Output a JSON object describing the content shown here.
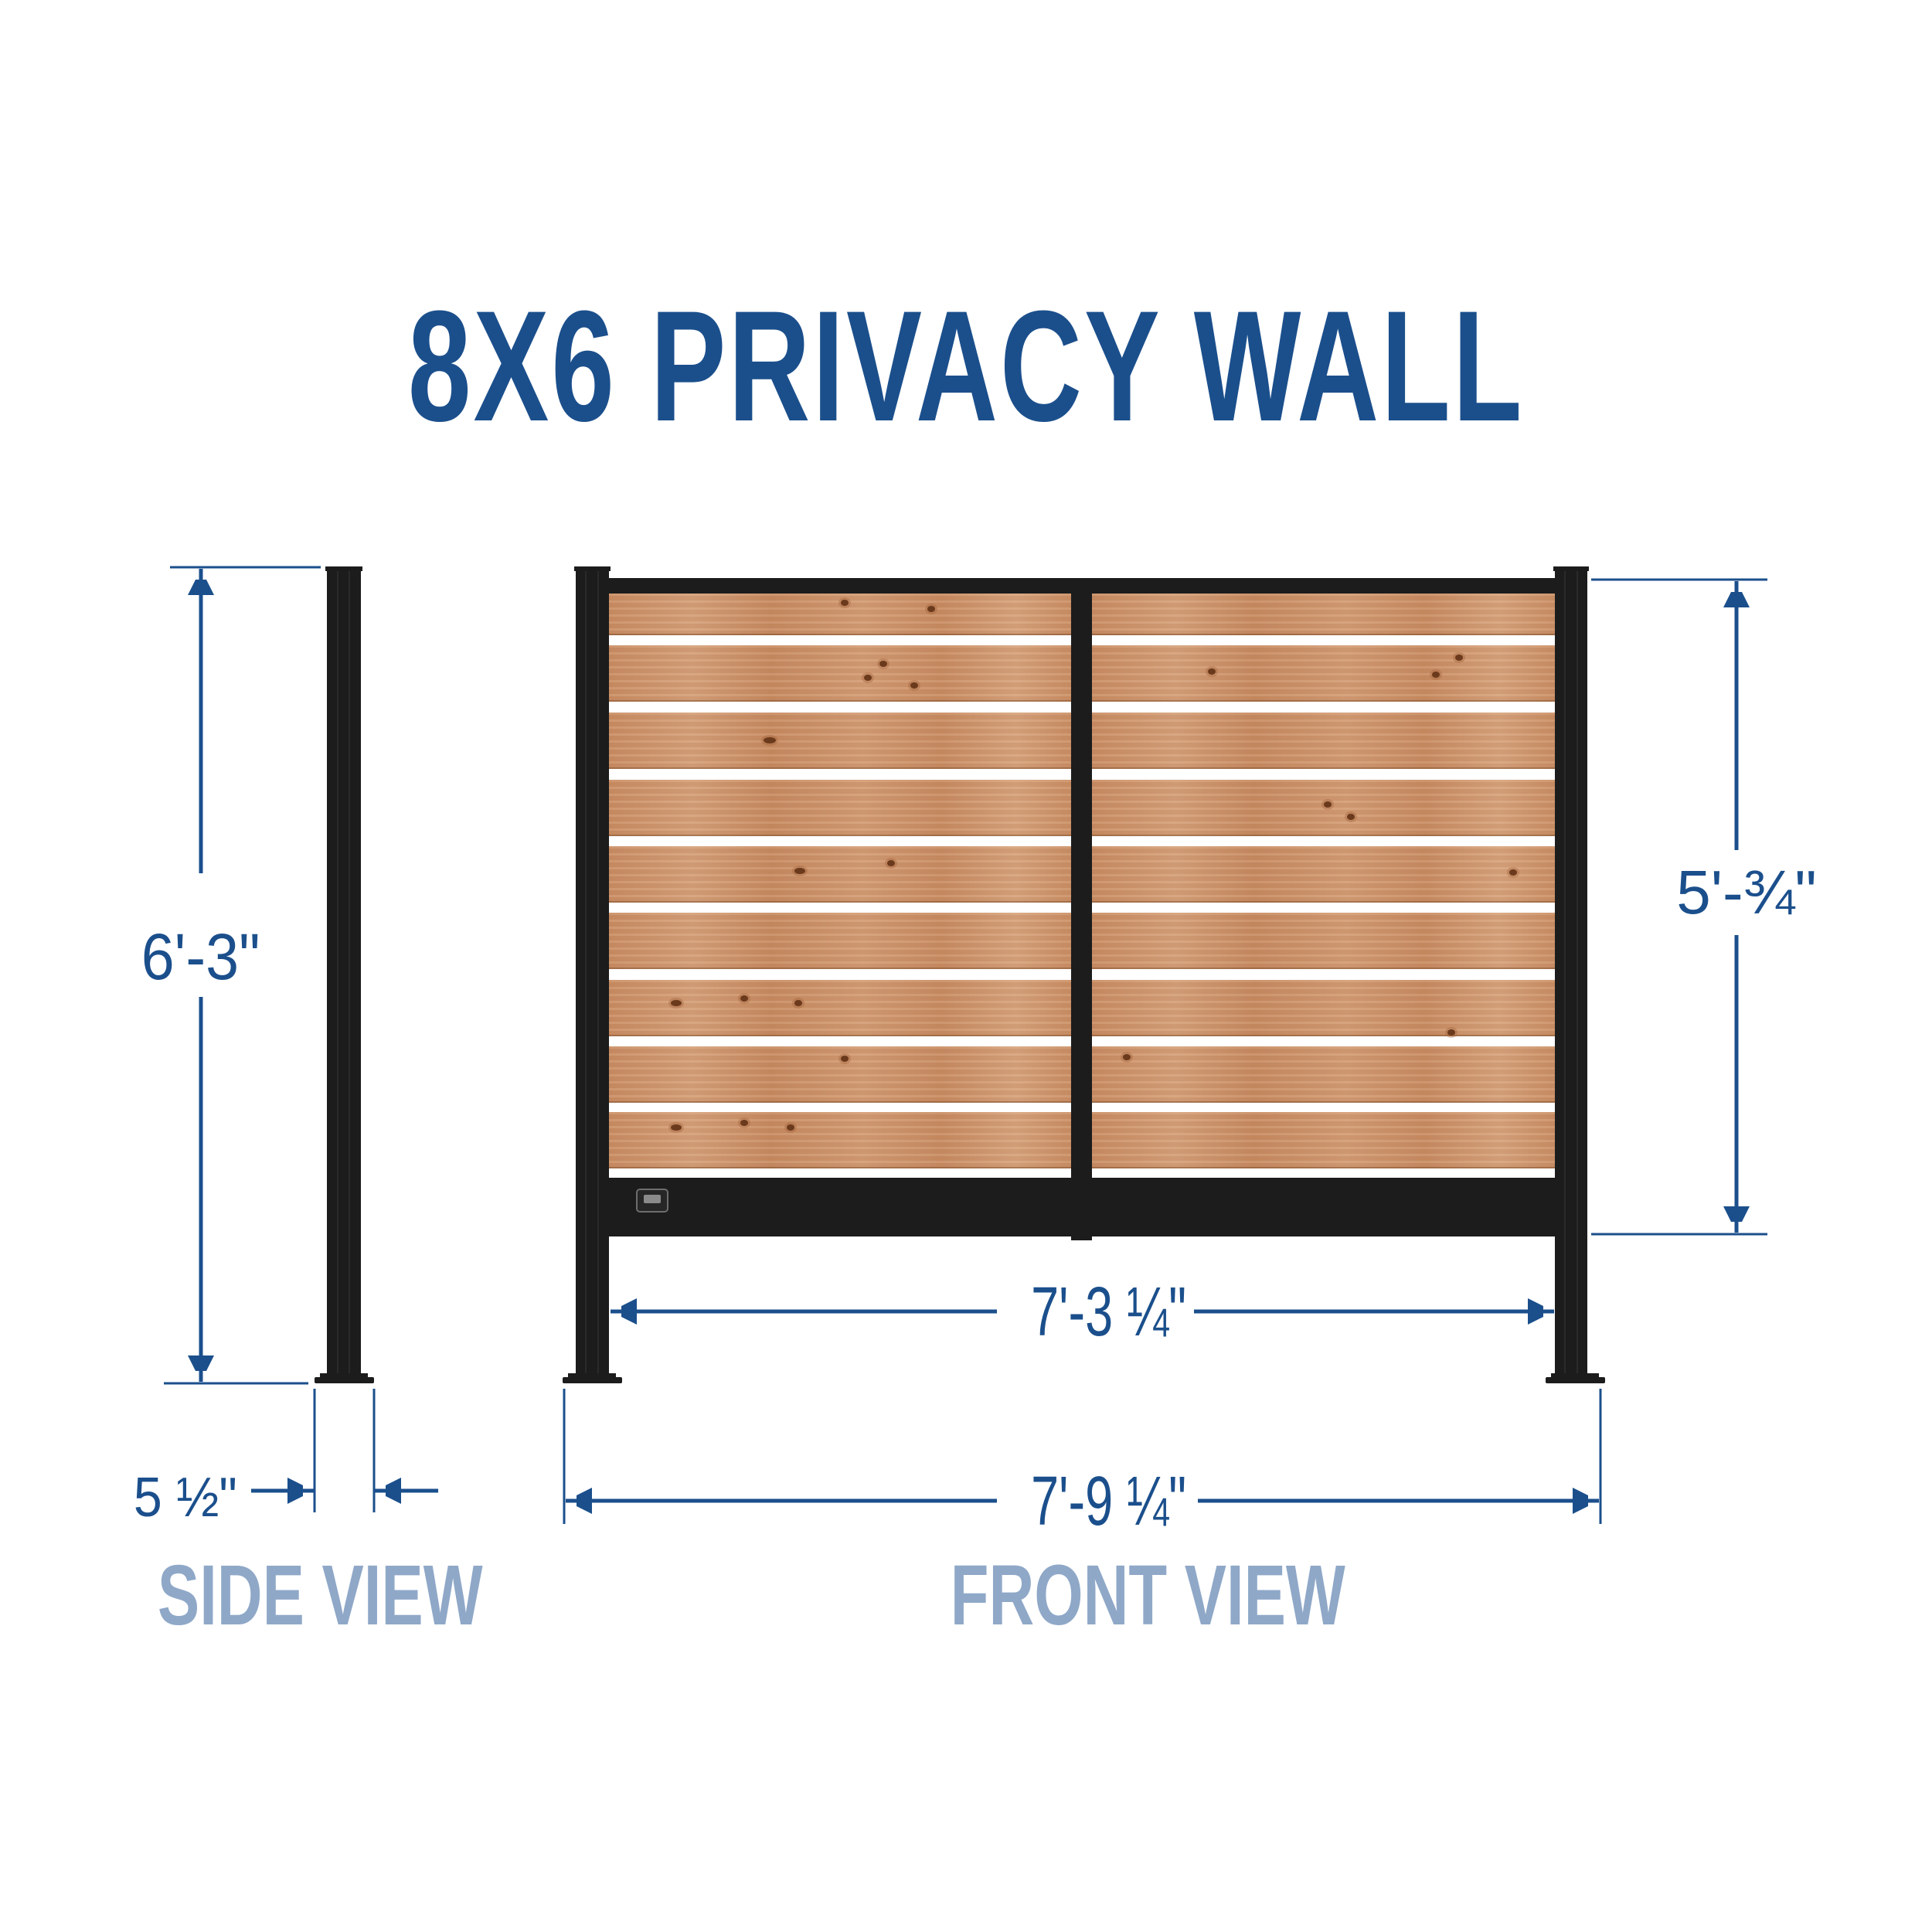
{
  "title": "8X6 PRIVACY WALL",
  "colors": {
    "title": "#1b4f8c",
    "dimension": "#1b4f8c",
    "view_label": "#8fa8c8",
    "metal": "#1c1c1c",
    "wood": "#cc9068",
    "background": "#ffffff"
  },
  "side_view": {
    "label": "SIDE VIEW",
    "dimensions": {
      "height": "6'-3\"",
      "post_base_width": "5 ½\""
    }
  },
  "front_view": {
    "label": "FRONT VIEW",
    "board_count_per_panel": 9,
    "panels": 2,
    "dimensions": {
      "panel_height": "5'-¾\"",
      "inner_width": "7'-3 ¼\"",
      "overall_width": "7'-9 ¼\""
    }
  },
  "icons": {
    "badge": "brand-badge-icon"
  }
}
